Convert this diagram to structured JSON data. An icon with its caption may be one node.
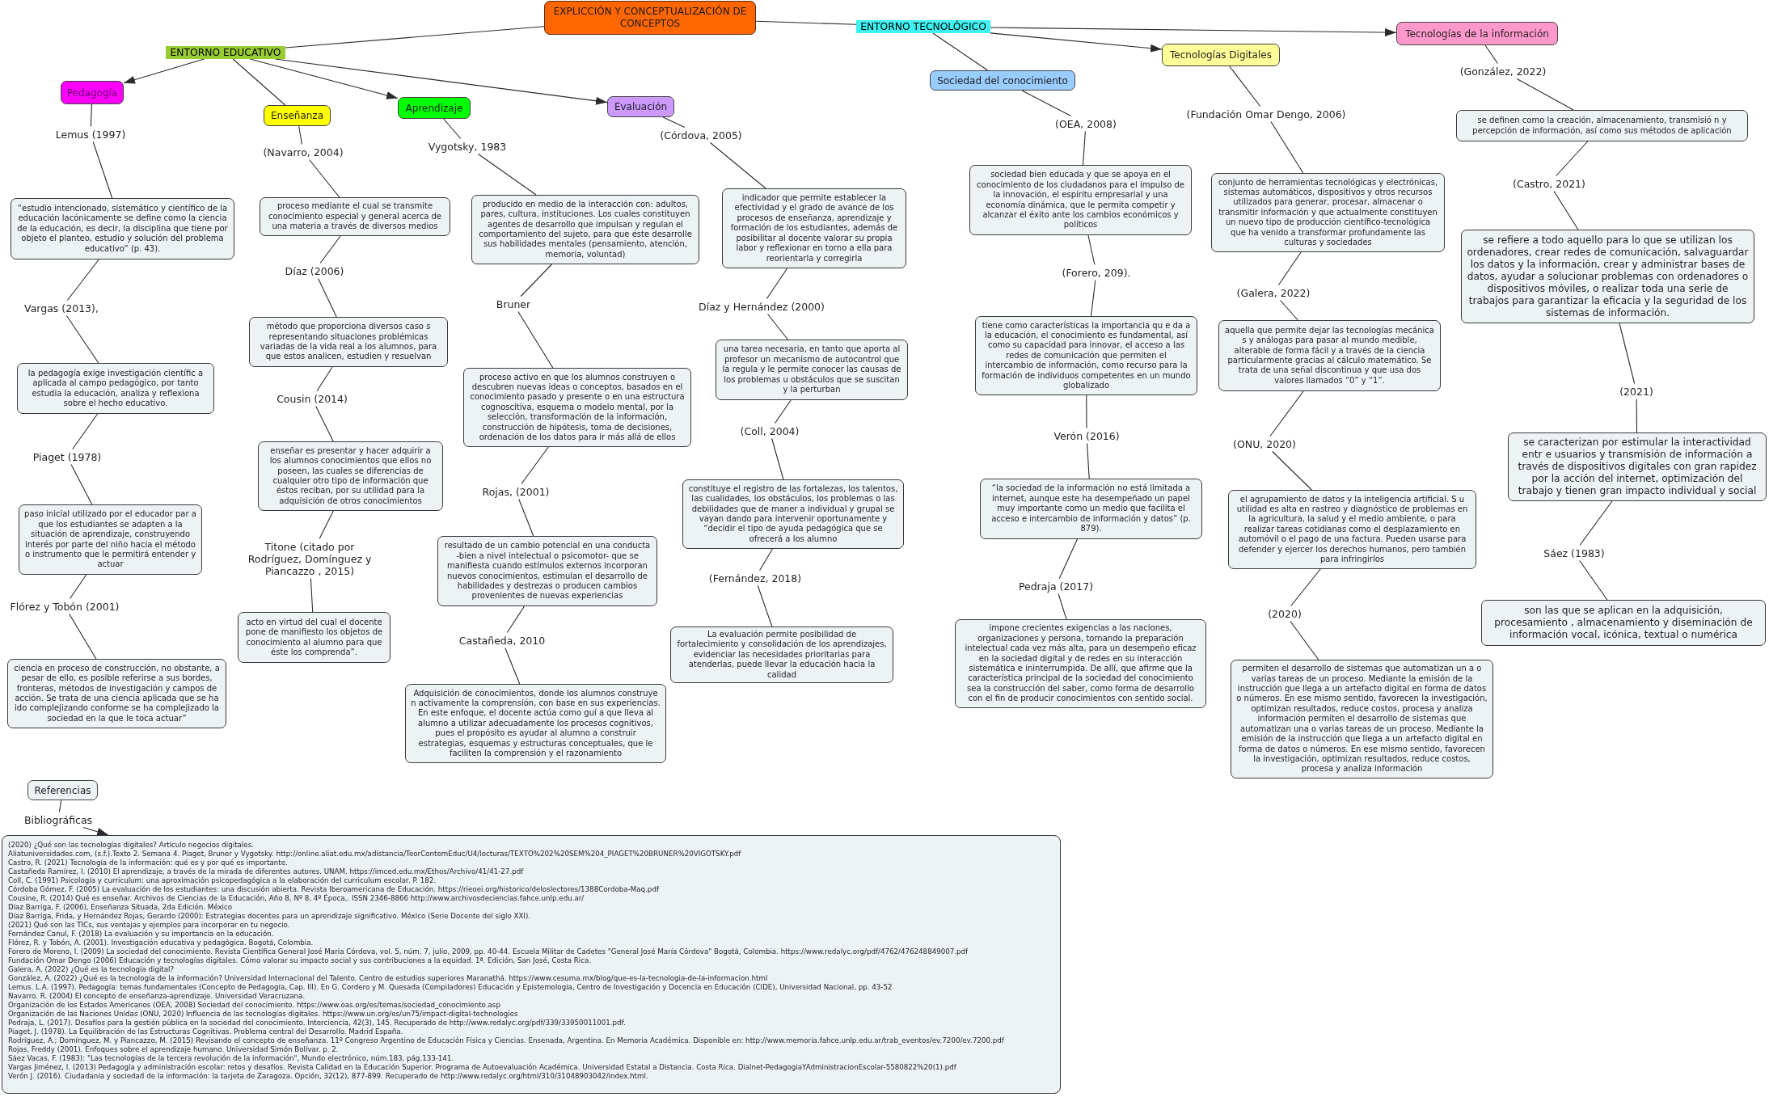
{
  "diagram": {
    "nodes": [
      {
        "text": [
          "EXPLICCIÓN Y CONCEPTUALIZACIÓN DE CONCEPTOS"
        ]
      },
      {
        "text": [
          "ENTORNO EDUCATIVO"
        ]
      },
      {
        "text": [
          "ENTORNO TECNOLÓGICO"
        ]
      },
      {
        "text": [
          "Pedagogía"
        ]
      },
      {
        "text": [
          "Enseñanza"
        ]
      },
      {
        "text": [
          "Aprendizaje"
        ]
      },
      {
        "text": [
          "Evaluación"
        ]
      },
      {
        "text": [
          "Sociedad del conocimiento"
        ]
      },
      {
        "text": [
          "Tecnologías Digitales"
        ]
      },
      {
        "text": [
          "Tecnologías de la información"
        ]
      },
      {
        "text": [
          "“estudio intencionado, sistemático y científico de la educación lacónicamente se define como la ciencia de la educación, es decir, la disciplina que tiene por objeto el planteo, estudio y solución del problema educativo” (p. 43)."
        ]
      },
      {
        "text": [
          "la pedagogía exige investigación científic a aplicada al campo pedagógico, por tanto estudia la educación, analiza y reflexiona sobre el hecho educativo."
        ]
      },
      {
        "text": [
          "paso inicial utilizado por el educador par a que los estudiantes se adapten a la situación de aprendizaje, construyendo interés por parte del niño hacia el método o instrumento que le permitirá entender y actuar"
        ]
      },
      {
        "text": [
          "ciencia en proceso de construcción, no obstante, a pesar de ello, es posible referirse a sus bordes, fronteras, métodos de investigación y campos de acción. Se trata de una ciencia aplicada que se ha ido complejizando conforme se ha complejizado la sociedad en la que le toca actuar”"
        ]
      },
      {
        "text": [
          "proceso mediante el cual se transmite conocimiento especial y general acerca de una materia a través de diversos medios"
        ]
      },
      {
        "text": [
          "método que proporciona diversos caso s representando situaciones problémicas variadas de la vida real a los alumnos, para que estos analicen, estudien y resuelvan"
        ]
      },
      {
        "text": [
          "enseñar es presentar y hacer adquirir a los alumnos conocimientos que ellos no poseen, las cuales se diferencias de cualquier otro tipo de información que éstos reciban, por su utilidad para la adquisición de otros conocimientos"
        ]
      },
      {
        "text": [
          "acto en virtud del cual el docente pone de manifiesto los objetos de conocimiento al alumno para que éste los comprenda”."
        ]
      },
      {
        "text": [
          "producido en medio de la interacción con: adultos, pares, cultura, instituciones. Los cuales constituyen agentes de desarrollo que impulsan y regulan el comportamiento del sujeto, para que éste desarrolle sus habilidades mentales (pensamiento, atención, memoria, voluntad)"
        ]
      },
      {
        "text": [
          "proceso activo en que los alumnos construyen o descubren nuevas ideas o conceptos, basados en el conocimiento pasado y presente o en una estructura cognoscitiva, esquema o modelo mental, por la selección, transformación de la información, construcción de hipótesis, toma de decisiones, ordenación de los datos para ir más allá de ellos"
        ]
      },
      {
        "text": [
          "resultado de un cambio potencial en una conducta -bien a nivel intelectual o psicomotor- que se manifiesta cuando estímulos externos incorporan nuevos conocimientos, estimulan el desarrollo de habilidades y destrezas o producen cambios provenientes de nuevas experiencias"
        ]
      },
      {
        "text": [
          "Adquisición de conocimientos, donde los alumnos construye n activamente la comprensión, con base en sus experiencias. En este enfoque, el docente actúa como guí a que lleva al alumno a utilizar adecuadamente los procesos cognitivos, pues el propósito es ayudar al alumno a construir estrategias, esquemas y estructuras conceptuales, que le faciliten la comprensión y el razonamiento"
        ]
      },
      {
        "text": [
          "indicador que permite establecer la efectividad y el grado de avance de los procesos de enseñanza, aprendizaje y formación de los estudiantes, además de posibilitar al docente valorar su propia labor y reflexionar en torno a ella para reorientarla y corregirla"
        ]
      },
      {
        "text": [
          "una tarea necesaria, en tanto que aporta al profesor un mecanismo de autocontrol que la regula y le permite conocer las causas de los problemas u obstáculos que se suscitan y la perturban"
        ]
      },
      {
        "text": [
          "constituye el registro de las fortalezas, los talentos, las cualidades, los obstáculos, los problemas o las debilidades que de maner a individual y grupal se vayan dando para intervenir oportunamente y “decidir el tipo de ayuda pedagógica que se ofrecerá a los alumno"
        ]
      },
      {
        "text": [
          "La evaluación permite posibilidad de fortalecimiento y consolidación de los aprendizajes, evidenciar las necesidades prioritarias para atenderlas, puede llevar la educación hacia la calidad"
        ]
      },
      {
        "text": [
          "sociedad bien educada y que se apoya en el conocimiento de los ciudadanos para el impulso de la innovación, el espíritu empresarial y una economía dinámica, que le permita competir y alcanzar el éxito ante los cambios económicos y políticos"
        ]
      },
      {
        "text": [
          "tiene como características la importancia qu e da a la educación, el conocimiento es fundamental, así como su capacidad para innovar, el acceso a las redes de comunicación que permiten el intercambio de información, como recurso para la formación de individuos competentes en un mundo globalizado"
        ]
      },
      {
        "text": [
          "“la sociedad de la información no está limitada a internet, aunque este ha desempeñado un papel muy importante como un medio que facilita el acceso e intercambio de información y datos” (p. 879)."
        ]
      },
      {
        "text": [
          "impone crecientes exigencias a las naciones, organizaciones y persona, tornando la preparación intelectual cada vez más alta, para un desempeño eficaz en la sociedad digital y de redes en su interacción sistemática e ininterrumpida. De allí, que afirme que la característica principal de la sociedad del conocimiento sea la construcción del saber, como forma de desarrollo con el fin de producir conocimientos con sentido social."
        ]
      },
      {
        "text": [
          "conjunto de herramientas tecnológicas y electrónicas, sistemas automáticos, dispositivos y otros recursos utilizados para generar, procesar, almacenar o transmitir información y que actualmente constituyen un nuevo tipo de producción científico-tecnológica que ha venido a transformar profundamente las culturas y sociedades"
        ]
      },
      {
        "text": [
          "aquella que permite dejar las tecnologías mecánica s y análogas para pasar al mundo medible, alterable de forma fácil y a través de la ciencia particularmente gracias al cálculo matemático. Se trata de una señal discontinua y que usa dos valores llamados “0” y “1”."
        ]
      },
      {
        "text": [
          "el agrupamiento de datos y la inteligencia artificial. S u utilidad es alta en rastreo y diagnóstico de problemas en la agricultura, la salud y el medio ambiente, o para realizar tareas cotidianas como el desplazamiento en automóvil o el pago de una factura. Pueden usarse para defender y ejercer los derechos humanos, pero también para infringirlos"
        ]
      },
      {
        "text": [
          "permiten el desarrollo de sistemas que automatizan un a o varias tareas de un proceso. Mediante la emisión de la instrucción que llega a un artefacto digital en forma de datos o números. En ese mismo sentido, favorecen la investigación, optimizan resultados, reduce costos, procesa y analiza información permiten el desarrollo de sistemas que automatizan una o varias tareas de un proceso. Mediante la emisión de la instrucción que llega a un artefacto digital en forma de datos o números. En ese mismo sentido, favorecen la investigación, optimizan resultados, reduce costos, procesa y analiza información"
        ]
      },
      {
        "text": [
          "se definen como la creación, almacenamiento, transmisió n y percepción de información, así como sus métodos de aplicación"
        ]
      },
      {
        "text": [
          "se refiere a todo aquello para lo que se utilizan los ordenadores, crear redes de comunicación, salvaguardar los datos y la información, crear y administrar bases de datos, ayudar a solucionar problemas con ordenadores o dispositivos móviles, o realizar toda una serie de trabajos para garantizar la eficacia y la seguridad de los sistemas de información."
        ]
      },
      {
        "text": [
          "se caracterizan por estimular la interactividad entr e usuarios y transmisión de información a través de dispositivos digitales con gran rapidez por la acción del internet, optimización del trabajo y tienen gran impacto individual y social"
        ]
      },
      {
        "text": [
          "son las que se aplican en la adquisición, procesamiento , almacenamiento y diseminación de información vocal, icónica, textual o numérica"
        ]
      },
      {
        "text": [
          "Referencias"
        ]
      },
      {
        "text": [
          "(2020) ¿Qué son las tecnologías digitales? Artículo negocios digitales.",
          "Aliatuniversidades.com, (s.f.).Texto 2. Semana 4. Piaget, Bruner y Vygotsky. http://online.aliat.edu.mx/adistancia/TeorContemEduc/U4/lecturas/TEXTO%202%20SEM%204_PIAGET%20BRUNER%20VIGOTSKY.pdf",
          "Castro, R. (2021) Tecnología de la información: qué es y por qué es importante.",
          "Castañeda Ramírez, I. (2010) El aprendizaje, a través de la mirada de diferentes autores. UNAM. https://imced.edu.mx/Ethos/Archivo/41/41-27.pdf",
          "Coll, C. (1991) Psicología y curriculum: una aproximación psicopedagógica a la elaboración del curriculum escolar. P. 182.",
          "Córdoba Gómez, F. (2005) La evaluación de los estudiantes: una discusión abierta. Revista Iberoamericana de Educación. https://rieoei.org/historico/deloslectores/1388Cordoba-Maq.pdf",
          "Cousine, R. (2014) Qué es enseñar. Archivos de Ciencias de la Educación, Año 8, Nº 8, 4º Época,. ISSN 2346-8866 http://www.archivosdeciencias.fahce.unlp.edu.ar/",
          "Díaz Barriga, F. (2006), Enseñanza Situada, 2da Edición. México",
          "Díaz Barriga, Frida, y Hernández Rojas, Gerardo (2000): Estrategias docentes para un aprendizaje significativo. México (Serie Docente del siglo XXI).",
          "(2021) Qué son las TICs, sus ventajas y ejemplos para incorporar en tu negocio.",
          "Fernández Canul, F. (2018) La evaluación y su importancia en la educación.",
          "Flórez, R. y Tobón, A. (2001). Investigación educativa y pedagógica. Bogotá, Colombia.",
          "Forero de Moreno, I. (2009) La sociedad del conocimiento. Revista Científica General José María Córdova, vol. 5, núm. 7, julio, 2009, pp. 40-44. Escuela Militar de Cadetes \"General José María Córdova\" Bogotá, Colombia. https://www.redalyc.org/pdf/4762/476248849007.pdf",
          "Fundación Omar Dengo (2006) Educación y tecnologías digitales. Cómo valorar su impacto social y sus contribuciones a la equidad. 1ª. Edición, San José, Costa Rica.",
          "Galera, A. (2022) ¿Qué es la tecnología digital?",
          "González, A. (2022) ¿Qué es la tecnología de la información? Universidad Internacional del Talento. Centro de estudios superiores Maranathá. https://www.cesuma.mx/blog/que-es-la-tecnologia-de-la-informacion.html",
          "Lemus. L.A. (1997). Pedagogía: temas fundamentales (Concepto de Pedagogía, Cap. III). En G. Cordero y M. Quesada (Compiladores) Educación y Epistemología, Centro de Investigación y Docencia en Educación (CIDE), Universidad Nacional, pp. 43-52",
          "Navarro. R. (2004) El concepto de enseñanza-aprendizaje. Universidad Veracruzana.",
          "Organización de los Estados Americanos (OEA, 2008) Sociedad del conocimiento. https://www.oas.org/es/temas/sociedad_conocimiento.asp",
          "Organización de las Naciones Unidas (ONU, 2020) Influencia de las tecnologías digitales. https://www.un.org/es/un75/impact-digital-technologies",
          "Pedraja, L. (2017). Desafíos para la gestión pública en la sociedad del conocimiento. Interciencia, 42(3), 145. Recuperado de http://www.redalyc.org/pdf/339/33950011001.pdf.",
          "Piaget, J. (1978). La Equilibración de las Estructuras Cognitivas. Problema central del Desarrollo. Madrid España.",
          "Rodríguez, A.; Domínguez, M. y Piancazzo, M. (2015) Revisando el concepto de enseñanza. 11º Congreso Argentino de Educación Física y Ciencias. Ensenada, Argentina. En Memoria Académica. Disponible en: http://www.memoria.fahce.unlp.edu.ar/trab_eventos/ev.7200/ev.7200.pdf",
          "Rojas, Freddy (2001). Enfoques sobre el aprendizaje humano. Universidad Simón Bolívar. p. 2.",
          "Sáez Vacas, F. (1983): \"Las tecnologías de la tercera revolución de la información\", Mundo electrónico, núm.183, pág.133-141.",
          "Vargas Jiménez, I. (2013) Pedagogía y administración escolar: retos y desafíos. Revista Calidad en la Educación Superior. Programa de Autoevaluación Académica. Universidad Estatal a Distancia. Costa Rica. Dialnet-PedagogiaYAdministracionEscolar-5580822%20(1).pdf",
          "Verón J. (2016). Ciudadanía y sociedad de la información: la tarjeta de Zaragoza. Opción, 32(12), 877-899. Recuperado de http://www.redalyc.org/html/310/31048903042/index.html."
        ]
      }
    ],
    "edges": [
      {
        "from": 0,
        "to": 1,
        "arrow": "none"
      },
      {
        "from": 1,
        "to": 3,
        "arrow": "to"
      },
      {
        "from": 1,
        "to": 4,
        "arrow": "none"
      },
      {
        "from": 1,
        "to": 5,
        "arrow": "to"
      },
      {
        "from": 1,
        "to": 6,
        "arrow": "to"
      },
      {
        "from": 0,
        "to": 2,
        "arrow": "none"
      },
      {
        "from": 2,
        "to": 7,
        "arrow": "none"
      },
      {
        "from": 2,
        "to": 8,
        "arrow": "to"
      },
      {
        "from": 2,
        "to": 9,
        "arrow": "to"
      },
      {
        "from": 3,
        "to": 10,
        "label": "Lemus (1997)",
        "arrow": "none"
      },
      {
        "from": 10,
        "to": 11,
        "label": "Vargas (2013),",
        "arrow": "none"
      },
      {
        "from": 11,
        "to": 12,
        "label": "Piaget (1978)",
        "arrow": "none"
      },
      {
        "from": 12,
        "to": 13,
        "label": "Flórez y Tobón (2001)",
        "arrow": "none"
      },
      {
        "from": 4,
        "to": 14,
        "label": "(Navarro, 2004)",
        "arrow": "none"
      },
      {
        "from": 14,
        "to": 15,
        "label": "Díaz (2006)",
        "arrow": "none"
      },
      {
        "from": 15,
        "to": 16,
        "label": "Cousin (2014)",
        "arrow": "none"
      },
      {
        "from": 16,
        "to": 17,
        "label": "Titone (citado por Rodríguez, Domínguez y Piancazzo , 2015)",
        "arrow": "none"
      },
      {
        "from": 5,
        "to": 18,
        "label": "Vygotsky, 1983",
        "arrow": "none"
      },
      {
        "from": 18,
        "to": 19,
        "label": "Bruner",
        "arrow": "none"
      },
      {
        "from": 19,
        "to": 20,
        "label": "Rojas, (2001)",
        "arrow": "none"
      },
      {
        "from": 20,
        "to": 21,
        "label": "Castañeda, 2010",
        "arrow": "none"
      },
      {
        "from": 6,
        "to": 22,
        "label": "(Córdova, 2005)",
        "arrow": "none"
      },
      {
        "from": 22,
        "to": 23,
        "label": "Díaz y Hernández (2000)",
        "arrow": "none"
      },
      {
        "from": 23,
        "to": 24,
        "label": "(Coll, 2004)",
        "arrow": "none"
      },
      {
        "from": 24,
        "to": 25,
        "label": "(Fernández, 2018)",
        "arrow": "none"
      },
      {
        "from": 7,
        "to": 26,
        "label": "(OEA, 2008)",
        "arrow": "none"
      },
      {
        "from": 26,
        "to": 27,
        "label": "(Forero, 209).",
        "arrow": "none"
      },
      {
        "from": 27,
        "to": 28,
        "label": "Verón (2016)",
        "arrow": "none"
      },
      {
        "from": 28,
        "to": 29,
        "label": "Pedraja (2017)",
        "arrow": "none"
      },
      {
        "from": 8,
        "to": 30,
        "label": "(Fundación Omar Dengo, 2006)",
        "arrow": "none"
      },
      {
        "from": 30,
        "to": 31,
        "label": "(Galera, 2022)",
        "arrow": "none"
      },
      {
        "from": 31,
        "to": 32,
        "label": "(ONU, 2020)",
        "arrow": "none"
      },
      {
        "from": 32,
        "to": 33,
        "label": "(2020)",
        "arrow": "none"
      },
      {
        "from": 9,
        "to": 34,
        "label": "(González, 2022)",
        "arrow": "none"
      },
      {
        "from": 34,
        "to": 35,
        "label": "(Castro, 2021)",
        "arrow": "none"
      },
      {
        "from": 35,
        "to": 36,
        "label": "(2021)",
        "arrow": "none"
      },
      {
        "from": 36,
        "to": 37,
        "label": "Sáez (1983)",
        "arrow": "none"
      },
      {
        "from": 38,
        "to": 39,
        "label": "Bibliográficas",
        "arrow": "to"
      }
    ]
  }
}
